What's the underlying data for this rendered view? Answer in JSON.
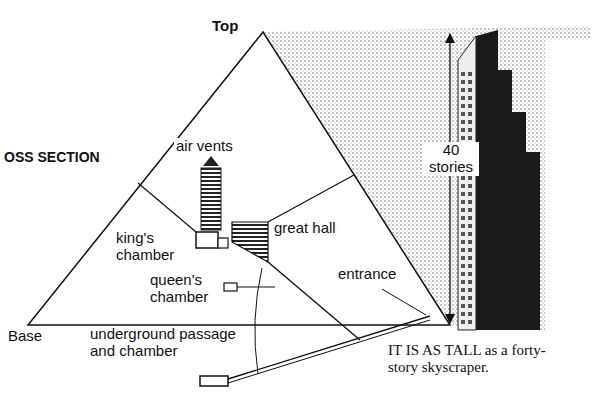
{
  "diagram": {
    "caption": "IT IS AS TALL as a forty-story skyscraper.",
    "labels": [
      "Top",
      "OSS SECTION",
      "air vents",
      "king's chamber",
      "great hall",
      "queen's chamber",
      "entrance",
      "Base",
      "underground passage and chamber",
      "40 stories"
    ]
  }
}
